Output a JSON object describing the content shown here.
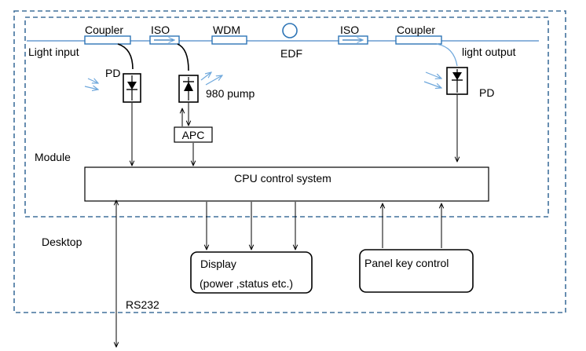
{
  "containers": {
    "desktop_label": "Desktop",
    "module_label": "Module"
  },
  "optical": {
    "coupler_in": "Coupler",
    "iso_in": "ISO",
    "wdm": "WDM",
    "edf": "EDF",
    "iso_out": "ISO",
    "coupler_out": "Coupler",
    "light_input": "Light input",
    "light_output": "light output"
  },
  "detectors": {
    "pd_in": "PD",
    "pump": "980 pump",
    "pd_out": "PD"
  },
  "blocks": {
    "apc": "APC",
    "cpu": "CPU control system",
    "display_line1": "Display",
    "display_line2": "(power ,status etc.)",
    "panel": "Panel key control",
    "rs232": "RS232"
  },
  "colors": {
    "border_blue": "#41719c",
    "fiber_blue": "#4a86c8",
    "light_blue": "#6fa8dc",
    "edf_blue": "#2e75b6"
  }
}
